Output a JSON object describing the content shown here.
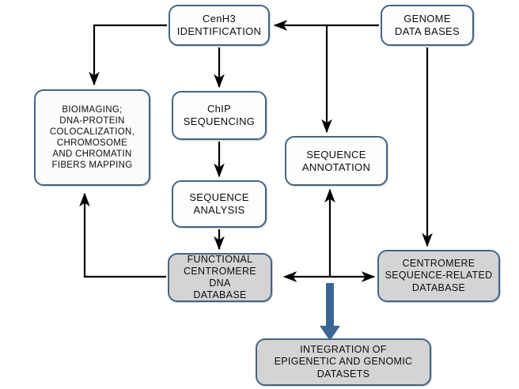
{
  "diagram": {
    "title": "Centromere identification and integration workflow",
    "background_color": "#ffffff",
    "node_border_color": "#486480",
    "node_fill_white": "#fdfdfe",
    "node_fill_gray": "#d4d4d4",
    "edge_color": "#000000",
    "thick_arrow_color": "#3b6694"
  },
  "nodes": {
    "cenh3": {
      "label": "CenH3\nIDENTIFICATION"
    },
    "genome_databases": {
      "label": "GENOME\nDATA BASES"
    },
    "bioimaging": {
      "label": "BIOIMAGING;\nDNA-PROTEIN\nCOLOCALIZATION,\nCHROMOSOME\nAND  CHROMATIN\nFIBERS  MAPPING"
    },
    "chip_sequencing": {
      "label": "ChIP\nSEQUENCING"
    },
    "sequence_annotation": {
      "label": "SEQUENCE\nANNOTATION"
    },
    "sequence_analysis": {
      "label": "SEQUENCE\nANALYSIS"
    },
    "functional_centromere_db": {
      "label": "FUNCTIONAL\nCENTROMERE  DNA\nDATABASE"
    },
    "centromere_sequence_db": {
      "label": "CENTROMERE\nSEQUENCE-RELATED\nDATABASE"
    },
    "integration": {
      "label": "INTEGRATION  OF\nEPIGENETIC  AND  GENOMIC\nDATASETS"
    }
  },
  "edges": [
    {
      "name": "genome-to-cenh3",
      "from": "genome_databases",
      "to": "cenh3",
      "style": "arrow-left"
    },
    {
      "name": "genome-branch-to-sequence-annotation",
      "from": "genome_databases",
      "to": "sequence_annotation",
      "style": "arrow-down"
    },
    {
      "name": "genome-to-centromere-sequence-db",
      "from": "genome_databases",
      "to": "centromere_sequence_db",
      "style": "arrow-down"
    },
    {
      "name": "cenh3-to-bioimaging",
      "from": "cenh3",
      "to": "bioimaging",
      "style": "elbow-left-down"
    },
    {
      "name": "cenh3-to-chip-sequencing",
      "from": "cenh3",
      "to": "chip_sequencing",
      "style": "arrow-down"
    },
    {
      "name": "chip-to-sequence-analysis",
      "from": "chip_sequencing",
      "to": "sequence_analysis",
      "style": "arrow-down"
    },
    {
      "name": "sequence-analysis-to-functional-db",
      "from": "sequence_analysis",
      "to": "functional_centromere_db",
      "style": "arrow-down"
    },
    {
      "name": "functional-db-to-bioimaging",
      "from": "functional_centromere_db",
      "to": "bioimaging",
      "style": "elbow-left-up"
    },
    {
      "name": "functional-db-to-centromere-db",
      "from": "functional_centromere_db",
      "to": "centromere_sequence_db",
      "style": "double-arrow-horizontal"
    },
    {
      "name": "databases-to-sequence-annotation",
      "from": "functional_centromere_db",
      "to": "sequence_annotation",
      "style": "arrow-up"
    },
    {
      "name": "databases-to-integration",
      "from": "functional_centromere_db",
      "to": "integration",
      "style": "thick-arrow-down"
    }
  ]
}
